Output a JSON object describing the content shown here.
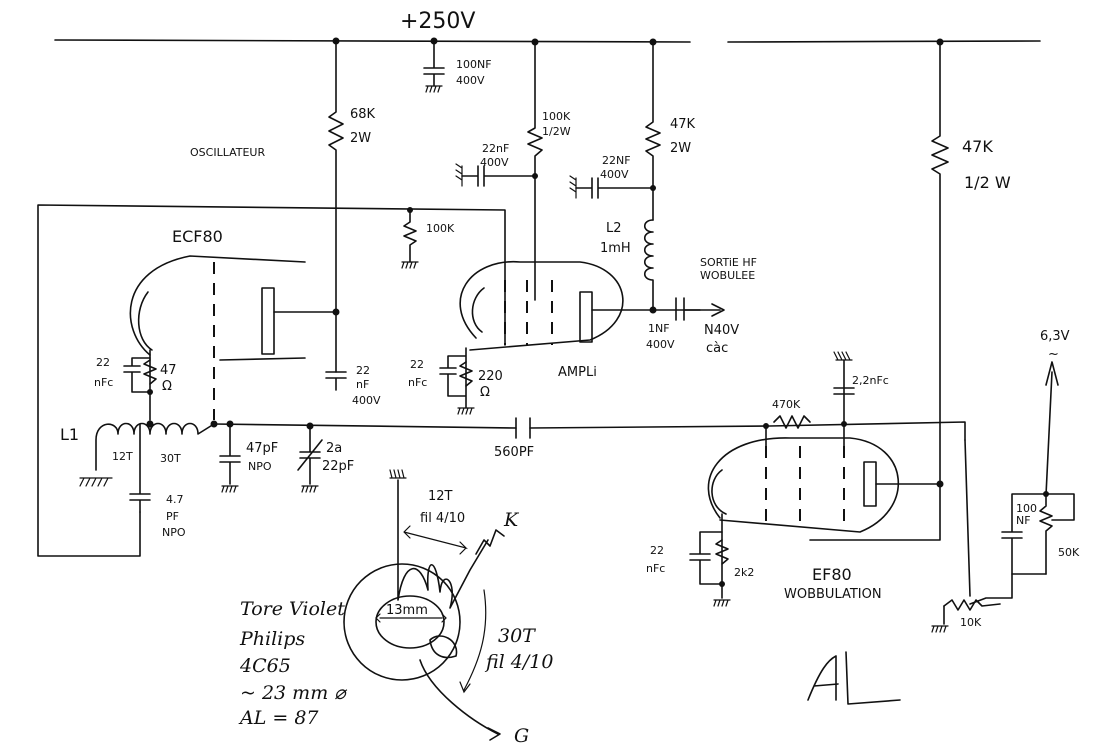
{
  "supply": "+250V",
  "decoupling_cap": [
    "100NF",
    "400V"
  ],
  "oscillator": {
    "title": "OSCILLATEUR",
    "tube": "ECF80",
    "anode_resistor": [
      "68K",
      "2W"
    ],
    "grid_resistor": "100K",
    "cathode_cap": [
      "22",
      "nFc"
    ],
    "cathode_resistor": [
      "47",
      "Ω"
    ],
    "screen_cap": [
      "22",
      "nF",
      "400V"
    ]
  },
  "ampli": {
    "label": "AMPLi",
    "screen_resistor": [
      "100K",
      "1/2W"
    ],
    "screen_cap": [
      "22nF",
      "400V"
    ],
    "anode_resistor": [
      "47K",
      "2W"
    ],
    "anode_cap": [
      "22NF",
      "400V"
    ],
    "choke": [
      "L2",
      "1mH"
    ],
    "cathode_cap": [
      "22",
      "nFc"
    ],
    "cathode_resistor": [
      "220",
      "Ω"
    ],
    "output_cap": [
      "1NF",
      "400V"
    ],
    "output_label": [
      "SORTiE HF",
      "WOBULEE"
    ],
    "output_level": [
      "N40V",
      "càc"
    ]
  },
  "tank": {
    "coil": "L1",
    "turns_a": "12T",
    "turns_b": "30T",
    "fixed_cap": [
      "47pF",
      "NPO"
    ],
    "trimmer": [
      "2a",
      "22pF"
    ],
    "feedback_cap": [
      "4.7",
      "PF",
      "NPO"
    ],
    "coupling_cap": "560PF"
  },
  "wobbulation": {
    "tube": "EF80",
    "label": "WOBBULATION",
    "grid_resistor": "470K",
    "grid_cap": "2,2nFc",
    "cathode_cap": [
      "22",
      "nFc"
    ],
    "cathode_resistor": "2k2",
    "anode_resistor": [
      "47K",
      "1/2 W"
    ],
    "heater": [
      "6,3V",
      "~"
    ],
    "filter_cap": [
      "100",
      "NF"
    ],
    "pot": "50K",
    "level_pot": "10K"
  },
  "toroid": {
    "lines": [
      "Tore Violet",
      "Philips",
      "4C65",
      "~ 23 mm ⌀",
      "AL = 87"
    ],
    "inner_dim": "13mm",
    "winding_a": [
      "12T",
      "fil 4/10"
    ],
    "winding_b": [
      "30T",
      "fil 4/10"
    ],
    "terminal_k": "K",
    "terminal_g": "G"
  },
  "signature": "AL"
}
